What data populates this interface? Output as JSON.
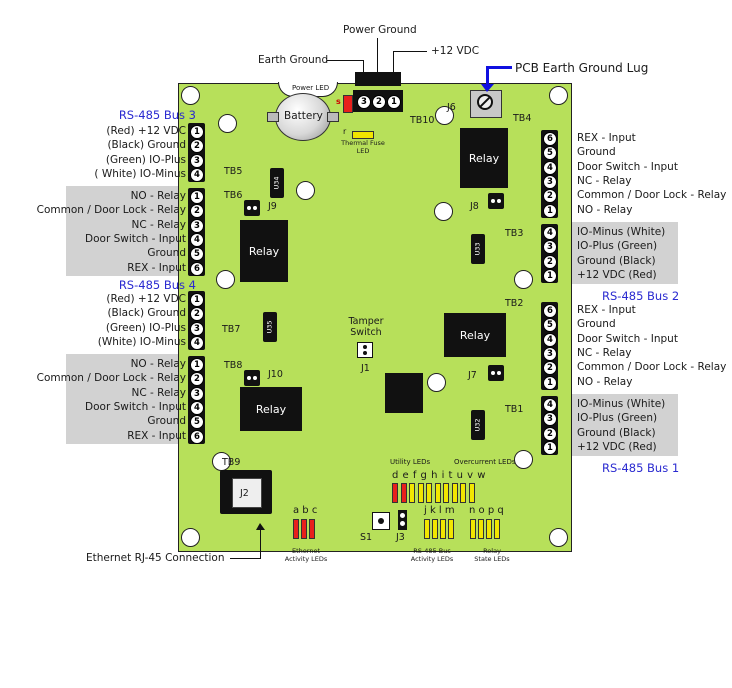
{
  "top_labels": {
    "power_ground": "Power Ground",
    "earth_ground": "Earth Ground",
    "plus12vdc": "+12 VDC",
    "pcb_lug": "PCB Earth Ground Lug",
    "power_led": "Power LED"
  },
  "board_labels": {
    "battery": "Battery",
    "s": "s",
    "r": "r",
    "thermal_fuse_led": "Thermal Fuse LED",
    "tb10": "TB10",
    "j6": "J6",
    "tb4": "TB4",
    "tb5": "TB5",
    "tb6": "TB6",
    "j9": "J9",
    "j8": "J8",
    "tb3": "TB3",
    "tb2": "TB2",
    "tb7": "TB7",
    "tb8": "TB8",
    "j10": "J10",
    "j7": "J7",
    "tb1": "TB1",
    "tb9": "TB9",
    "j2": "J2",
    "tamper_switch": "Tamper Switch",
    "j1": "J1",
    "s1": "S1",
    "j3": "J3",
    "u34": "U34",
    "u33": "U33",
    "u35": "U35",
    "u32": "U32",
    "relay": "Relay",
    "utility_leds": "Utility LEDs",
    "overcurrent_leds": "Overcurrent LEDs",
    "utility_letters": "d e f g h i t u v w",
    "abc": "a b c",
    "jklm": "j k l m",
    "nopq": "n o p q",
    "ethernet_activity": "Ethernet Activity LEDs",
    "rs485_activity": "RS-485 Bus Activity LEDs",
    "relay_state": "Relay State LEDs"
  },
  "left_groups": [
    {
      "title": "RS-485 Bus 3",
      "gray": false,
      "items": [
        "(Red) +12 VDC",
        "(Black) Ground",
        "(Green) IO-Plus",
        "( White) IO-Minus"
      ],
      "pins": [
        "1",
        "2",
        "3",
        "4"
      ]
    },
    {
      "title": "",
      "gray": true,
      "items": [
        "NO - Relay",
        "Common / Door Lock - Relay",
        "NC - Relay",
        "Door Switch - Input",
        "Ground",
        "REX - Input"
      ],
      "pins": [
        "1",
        "2",
        "3",
        "4",
        "5",
        "6"
      ]
    },
    {
      "title": "RS-485 Bus 4",
      "gray": false,
      "items": [
        "(Red) +12 VDC",
        "(Black) Ground",
        "(Green) IO-Plus",
        "(White) IO-Minus"
      ],
      "pins": [
        "1",
        "2",
        "3",
        "4"
      ]
    },
    {
      "title": "",
      "gray": true,
      "items": [
        "NO - Relay",
        "Common / Door Lock - Relay",
        "NC - Relay",
        "Door Switch - Input",
        "Ground",
        "REX - Input"
      ],
      "pins": [
        "1",
        "2",
        "3",
        "4",
        "5",
        "6"
      ]
    }
  ],
  "right_groups": [
    {
      "title": "",
      "gray": false,
      "items": [
        "REX - Input",
        "Ground",
        "Door Switch - Input",
        "NC - Relay",
        "Common / Door Lock - Relay",
        "NO - Relay"
      ],
      "pins": [
        "6",
        "5",
        "4",
        "3",
        "2",
        "1"
      ]
    },
    {
      "title": "",
      "gray": true,
      "items": [
        "IO-Minus (White)",
        "IO-Plus (Green)",
        "Ground (Black)",
        "+12 VDC (Red)"
      ],
      "pins": [
        "4",
        "3",
        "2",
        "1"
      ]
    },
    {
      "title": "RS-485 Bus 2",
      "gray": false,
      "items": [
        "REX - Input",
        "Ground",
        "Door Switch - Input",
        "NC - Relay",
        "Common / Door Lock - Relay",
        "NO - Relay"
      ],
      "pins": [
        "6",
        "5",
        "4",
        "3",
        "2",
        "1"
      ]
    },
    {
      "title": "RS-485 Bus 1",
      "gray": true,
      "items": [
        "IO-Minus (White)",
        "IO-Plus (Green)",
        "Ground (Black)",
        "+12 VDC (Red)"
      ],
      "pins": [
        "4",
        "3",
        "2",
        "1"
      ]
    }
  ],
  "tb10_pins": [
    "3",
    "2",
    "1"
  ],
  "ethernet_label": "Ethernet RJ-45 Connection",
  "colors": {
    "board": "#b7e05a",
    "gray_band": "#d2d2d2",
    "blue": "#2a2ad0",
    "led_yellow": "#f2e600",
    "led_red": "#e8201c"
  }
}
